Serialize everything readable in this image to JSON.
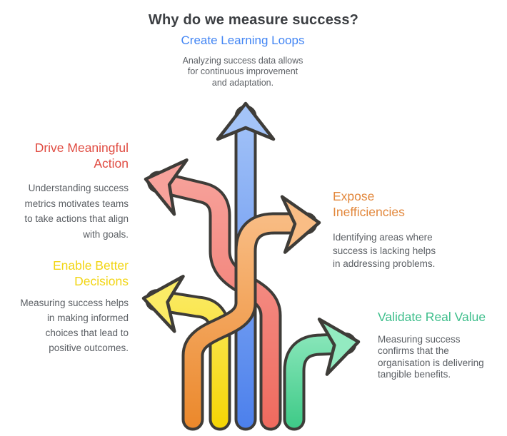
{
  "title": "Why do we measure success?",
  "colors": {
    "background": "#FFFFFF",
    "outline": "#3E3C38",
    "title_text": "#3B3E42",
    "body_text": "#5B5F64",
    "blue_light": "#A4C4F8",
    "blue_dark": "#4C80EC",
    "red_light": "#F7A29B",
    "red_dark": "#EF6A5E",
    "yellow_light": "#FBEB66",
    "yellow_dark": "#F5D504",
    "orange_light": "#F9BD85",
    "orange_dark": "#EB882B",
    "green_light": "#93EAC1",
    "green_dark": "#3ECA87"
  },
  "sections": [
    {
      "id": "create-learning-loops",
      "title": "Create Learning Loops",
      "color": "#4285F4",
      "arrow_direction": "up",
      "body": [
        "Analyzing success data allows",
        "for continuous improvement",
        "and adaptation."
      ]
    },
    {
      "id": "drive-meaningful-action",
      "title": [
        "Drive Meaningful",
        "Action"
      ],
      "color": "#E04B41",
      "arrow_direction": "left",
      "body": [
        "Understanding success",
        "metrics motivates teams",
        "to take actions that align",
        "with goals."
      ]
    },
    {
      "id": "expose-inefficiencies",
      "title": [
        "Expose",
        "Inefficiencies"
      ],
      "color": "#E2873B",
      "arrow_direction": "right",
      "body": [
        "Identifying areas where",
        "success is lacking helps",
        "in addressing problems."
      ]
    },
    {
      "id": "enable-better-decisions",
      "title": [
        "Enable Better",
        "Decisions"
      ],
      "color": "#F2D513",
      "arrow_direction": "left",
      "body": [
        "Measuring success helps",
        "in making informed",
        "choices that lead to",
        "positive outcomes."
      ]
    },
    {
      "id": "validate-real-value",
      "title": "Validate Real Value",
      "color": "#3DBE8B",
      "arrow_direction": "right",
      "body": [
        "Measuring success",
        "confirms that the",
        "organisation is delivering",
        "tangible benefits."
      ]
    }
  ]
}
